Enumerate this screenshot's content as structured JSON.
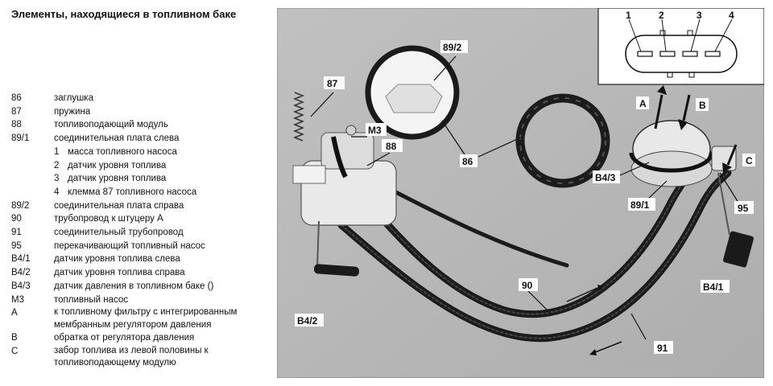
{
  "title": "Элементы, находящиеся в топливном баке",
  "legend": [
    {
      "code": "86",
      "text": "заглушка"
    },
    {
      "code": "87",
      "text": "пружина"
    },
    {
      "code": "88",
      "text": "топливоподающий модуль"
    },
    {
      "code": "89/1",
      "text": "соединительная плата слева"
    },
    {
      "sub": "1",
      "text": "масса топливного насоса"
    },
    {
      "sub": "2",
      "text": "датчик уровня топлива"
    },
    {
      "sub": "3",
      "text": "датчик уровня топлива"
    },
    {
      "sub": "4",
      "text": "клемма 87 топливного насоса"
    },
    {
      "code": "89/2",
      "text": "соединительная плата справа"
    },
    {
      "code": "90",
      "text": "трубопровод к штуцеру А"
    },
    {
      "code": "91",
      "text": "соединительный трубопровод"
    },
    {
      "code": "95",
      "text": "перекачивающий топливный насос"
    },
    {
      "code": "B4/1",
      "text": "датчик уровня топлива слева"
    },
    {
      "code": "B4/2",
      "text": "датчик уровня топлива справа"
    },
    {
      "code": "B4/3",
      "text": "датчик давления в топливном баке ()"
    },
    {
      "code": "M3",
      "text": "топливный насос"
    },
    {
      "code": "A",
      "text": "к топливному фильтру с интегрированным мембранным регулятором давления"
    },
    {
      "code": "B",
      "text": "обратка от регулятора давления"
    },
    {
      "code": "C",
      "text": "забор топлива из левой половины к топливоподающему модулю"
    }
  ],
  "photo_labels": {
    "l87": "87",
    "lM3": "M3",
    "l88": "88",
    "l89_2": "89/2",
    "l86": "86",
    "lA": "A",
    "lB": "B",
    "lC": "C",
    "lB4_3": "B4/3",
    "l89_1": "89/1",
    "l95": "95",
    "lB4_1": "B4/1",
    "lB4_2": "B4/2",
    "l90": "90",
    "l91": "91"
  },
  "connector_pins": [
    "1",
    "2",
    "3",
    "4"
  ],
  "colors": {
    "photo_bg": "#b9b9b9",
    "hose": "#1c1c1c",
    "plastic": "#ececec"
  }
}
